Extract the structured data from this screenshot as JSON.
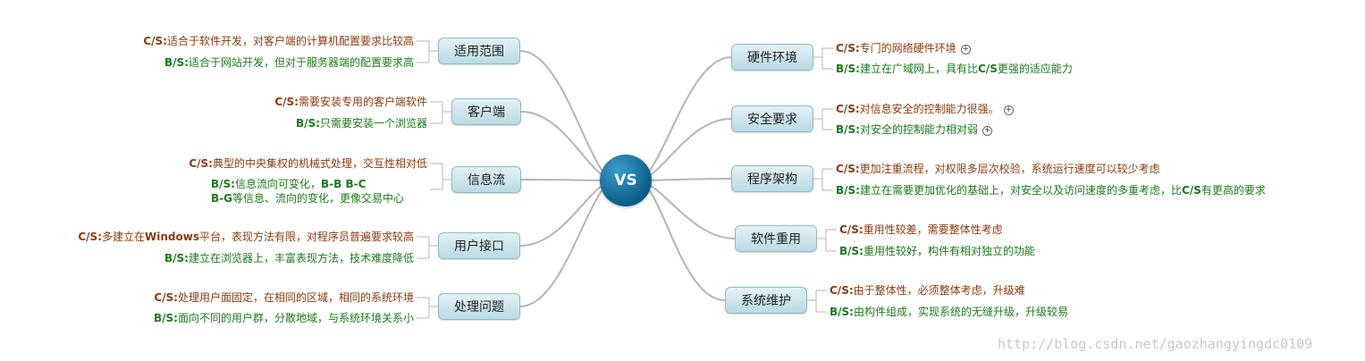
{
  "center": "VS",
  "left": [
    {
      "label": "适用范围",
      "cs": {
        "prefix": "C/S:",
        "text": "适合于软件开发，对客户端的计算机配置要求比较高"
      },
      "bs": {
        "prefix": "B/S:",
        "text": "适合于网站开发，但对于服务器端的配置要求高"
      }
    },
    {
      "label": "客户端",
      "cs": {
        "prefix": "C/S:",
        "text": "需要安装专用的客户端软件"
      },
      "bs": {
        "prefix": "B/S:",
        "text": "只需要安装一个浏览器"
      }
    },
    {
      "label": "信息流",
      "cs": {
        "prefix": "C/S:",
        "text": "典型的中央集权的机械式处理，交互性相对低"
      },
      "bs": {
        "prefix": "B/S:",
        "text": "信息流向可变化，",
        "bold_tail": "B-B B-C",
        "line2_bold": "B-G",
        "line2": "等信息、流向的变化，更像交易中心"
      }
    },
    {
      "label": "用户接口",
      "cs": {
        "prefix": "C/S:",
        "text": "多建立在",
        "bold_mid": "Windows",
        "text2": "平台，表现方法有限，对程序员普遍要求较高"
      },
      "bs": {
        "prefix": "B/S:",
        "text": "建立在浏览器上，丰富表现方法，技术难度降低"
      }
    },
    {
      "label": "处理问题",
      "cs": {
        "prefix": "C/S:",
        "text": "处理用户面固定，在相同的区域，相同的系统环境"
      },
      "bs": {
        "prefix": "B/S:",
        "text": "面向不同的用户群，分散地域，与系统环境关系小"
      }
    }
  ],
  "right": [
    {
      "label": "硬件环境",
      "cs": {
        "prefix": "C/S:",
        "text": "专门的网络硬件环境",
        "plus": "+"
      },
      "bs": {
        "prefix": "B/S:",
        "text": "建立在广域网上，具有比",
        "bold_mid": "C/S",
        "text2": "更强的适应能力"
      }
    },
    {
      "label": "安全要求",
      "cs": {
        "prefix": "C/S:",
        "text": "对信息安全的控制能力很强。",
        "plus": "+"
      },
      "bs": {
        "prefix": "B/S:",
        "text": "对安全的控制能力相对弱",
        "plus": "+"
      }
    },
    {
      "label": "程序架构",
      "cs": {
        "prefix": "C/S:",
        "text": "更加注重流程，对权限多层次校验，系统运行速度可以较少考虑"
      },
      "bs": {
        "prefix": "B/S:",
        "text": "建立在需要更加优化的基础上，对安全以及访问速度的多重考虑，比",
        "bold_mid": "C/S",
        "text2": "有更高的要求"
      }
    },
    {
      "label": "软件重用",
      "cs": {
        "prefix": "C/S:",
        "text": "重用性较差，需要整体性考虑"
      },
      "bs": {
        "prefix": "B/S:",
        "text": "重用性较好，构件有相对独立的功能"
      }
    },
    {
      "label": "系统维护",
      "cs": {
        "prefix": "C/S:",
        "text": "由于整体性，必须整体考虑，升级难"
      },
      "bs": {
        "prefix": "B/S:",
        "text": "由构件组成，实现系统的无缝升级，升级较易"
      }
    }
  ],
  "watermark": "http://blog.csdn.net/gaozhangyingdc0109",
  "colors": {
    "cs": "#8b3a0f",
    "bs": "#1a7a1a",
    "node_border": "#8fbac6",
    "center": "#0b5d8a",
    "connector": "#b5b5b5"
  }
}
